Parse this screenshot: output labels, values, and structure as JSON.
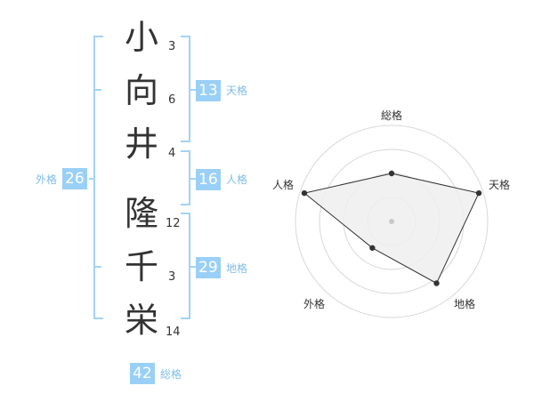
{
  "name_chars": [
    {
      "char": "小",
      "strokes": "3"
    },
    {
      "char": "向",
      "strokes": "6"
    },
    {
      "char": "井",
      "strokes": "4"
    },
    {
      "char": "隆",
      "strokes": "12"
    },
    {
      "char": "千",
      "strokes": "3"
    },
    {
      "char": "栄",
      "strokes": "14"
    }
  ],
  "fortunes": {
    "tenkaku": {
      "value": "13",
      "label": "天格"
    },
    "jinkaku": {
      "value": "16",
      "label": "人格"
    },
    "chikaku": {
      "value": "29",
      "label": "地格"
    },
    "gaikaku": {
      "value": "26",
      "label": "外格"
    },
    "soukaku": {
      "value": "42",
      "label": "総格"
    }
  },
  "colors": {
    "accent": "#9ad0f7",
    "accent_text": "#7fbde9",
    "bracket": "#a3d3f5",
    "radar_fill": "#eeeeee",
    "radar_line": "#333333"
  },
  "chart_data": {
    "type": "radar",
    "axes": [
      "総格",
      "天格",
      "地格",
      "外格",
      "人格"
    ],
    "values": [
      2.2,
      4.2,
      3.5,
      1.5,
      4.2
    ],
    "r_max": 4.4,
    "rings": 4
  }
}
